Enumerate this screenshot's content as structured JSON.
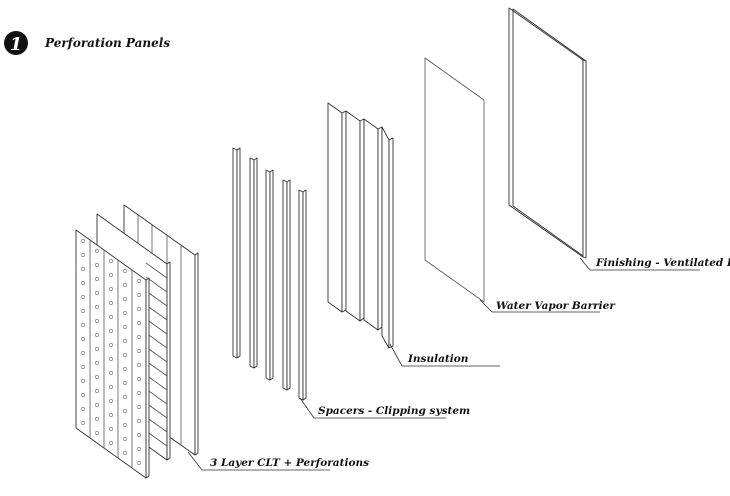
{
  "header": {
    "badge_number": "1",
    "title": "Perforation Panels"
  },
  "layers": [
    {
      "label": "3 Layer CLT + Perforations"
    },
    {
      "label": "Spacers - Clipping system"
    },
    {
      "label": "Insulation"
    },
    {
      "label": "Water Vapor Barrier"
    },
    {
      "label": "Finishing - Ventilated Facade"
    }
  ],
  "colors": {
    "line": "#333333",
    "badge": "#111111",
    "background": "#ffffff"
  }
}
